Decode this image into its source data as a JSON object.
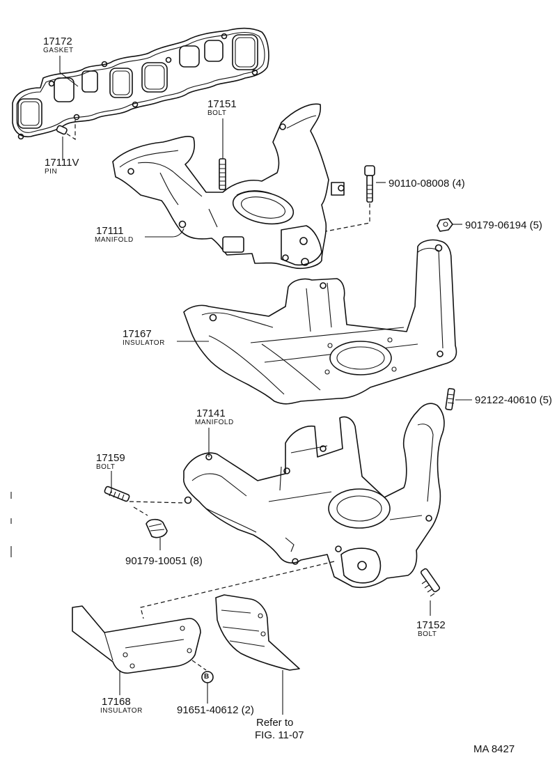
{
  "parts": {
    "p17172": {
      "number": "17172",
      "name": "GASKET"
    },
    "p17111V": {
      "number": "17111V",
      "name": "PIN"
    },
    "p17151": {
      "number": "17151",
      "name": "BOLT"
    },
    "p17111": {
      "number": "17111",
      "name": "MANIFOLD"
    },
    "p90110": {
      "number": "90110-08008 (4)"
    },
    "p90179a": {
      "number": "90179-06194 (5)"
    },
    "p17167": {
      "number": "17167",
      "name": "INSULATOR"
    },
    "p92122": {
      "number": "92122-40610 (5)"
    },
    "p17141": {
      "number": "17141",
      "name": "MANIFOLD"
    },
    "p17159": {
      "number": "17159",
      "name": "BOLT"
    },
    "p90179b": {
      "number": "90179-10051 (8)"
    },
    "p17152": {
      "number": "17152",
      "name": "BOLT"
    },
    "p17168": {
      "number": "17168",
      "name": "INSULATOR"
    },
    "p91651": {
      "number": "91651-40612 (2)"
    }
  },
  "reference": {
    "line1": "Refer to",
    "line2": "FIG. 11-07"
  },
  "marker": {
    "letter": "B"
  },
  "footer": {
    "code": "MA  8427"
  },
  "colors": {
    "ink": "#111111",
    "paper": "#ffffff"
  }
}
